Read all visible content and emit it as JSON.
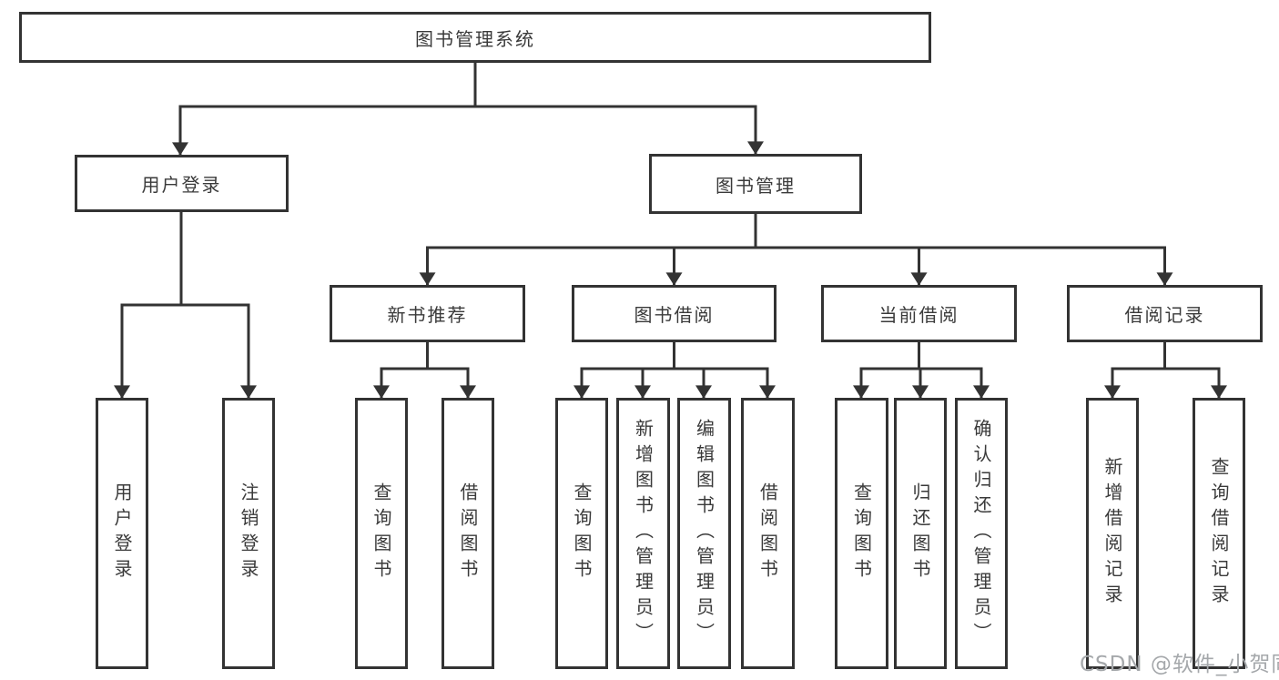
{
  "colors": {
    "line": "#333333",
    "text": "#3a3a3a",
    "watermark": "#a5a8ab",
    "background": "#ffffff"
  },
  "nodes": {
    "root": {
      "label": "图书管理系统"
    },
    "level2": [
      {
        "label": "用户登录"
      },
      {
        "label": "图书管理"
      }
    ],
    "level3": [
      {
        "label": "新书推荐"
      },
      {
        "label": "图书借阅"
      },
      {
        "label": "当前借阅"
      },
      {
        "label": "借阅记录"
      }
    ],
    "leaves": [
      {
        "label": "用户登录"
      },
      {
        "label": "注销登录"
      },
      {
        "label": "查询图书"
      },
      {
        "label": "借阅图书"
      },
      {
        "label": "查询图书"
      },
      {
        "label": "新增图书（管理员）"
      },
      {
        "label": "编辑图书（管理员）"
      },
      {
        "label": "借阅图书"
      },
      {
        "label": "查询图书"
      },
      {
        "label": "归还图书"
      },
      {
        "label": "确认归还（管理员）"
      },
      {
        "label": "新增借阅记录"
      },
      {
        "label": "查询借阅记录"
      }
    ]
  },
  "watermark": {
    "text": "CSDN @软件_小贺同学"
  }
}
